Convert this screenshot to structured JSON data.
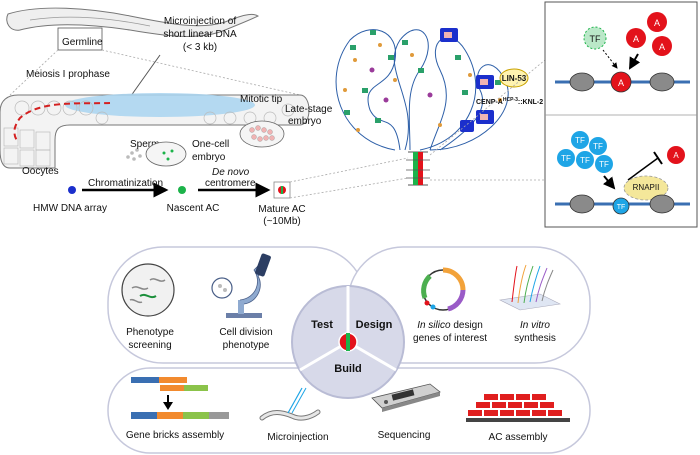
{
  "top": {
    "germline": "Germline",
    "microinjection_line1": "Microinjection of",
    "microinjection_line2": "short linear DNA",
    "microinjection_line3": "(< 3 kb)",
    "meiosis": "Meiosis I prophase",
    "mitotic_tip": "Mitotic tip",
    "sperm": "Sperm",
    "one_cell_line1": "One-cell",
    "one_cell_line2": "embryo",
    "late_stage_line1": "Late-stage",
    "late_stage_line2": "embryo",
    "oocytes": "Oocytes",
    "chromatinization": "Chromatinization",
    "de_novo_italic": "De novo",
    "centromere": "centromere",
    "hmw_dna_array": "HMW DNA array",
    "nascent_ac": "Nascent AC",
    "mature_ac_line1": "Mature AC",
    "mature_ac_line2": "(~10Mb)",
    "lin53": "LIN-53",
    "cenp_a": "CENP-A",
    "cenp_sup": "HCP-3",
    "cenp_tail": "::KNL-2"
  },
  "inset": {
    "tf_label": "TF",
    "a_label": "A",
    "rnapii_label": "RNAPII"
  },
  "cycle": {
    "test": "Test",
    "design": "Design",
    "build": "Build",
    "phenotype_line1": "Phenotype",
    "phenotype_line2": "screening",
    "cell_division_line1": "Cell division",
    "cell_division_line2": "phenotype",
    "in_silico_italic": "In silico",
    "in_silico_rest": " design",
    "genes_of_interest": "genes of interest",
    "in_vitro_italic": "In vitro",
    "synthesis": "synthesis",
    "gene_bricks": "Gene bricks assembly",
    "microinjection": "Microinjection",
    "sequencing": "Sequencing",
    "ac_assembly": "AC assembly"
  },
  "colors": {
    "tf_blue": "#1ea5e6",
    "activator_red": "#e3121b",
    "tf_green": "#1cb34a",
    "dna_blue": "#3a6fb2",
    "nucleosome_grey": "#8a8a8a",
    "cycle_fill": "#dadbe8",
    "brick_red": "#e01e1e",
    "gonad_blue": "#a8d4f0"
  }
}
